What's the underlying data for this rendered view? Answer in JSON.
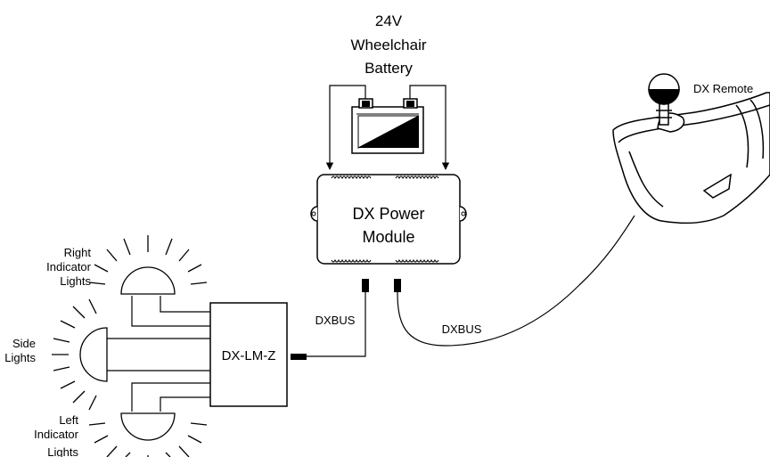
{
  "battery": {
    "line1": "24V",
    "line2": "Wheelchair",
    "line3": "Battery"
  },
  "power_module": {
    "line1": "DX Power",
    "line2": "Module"
  },
  "remote": {
    "label": "DX Remote"
  },
  "lighting_module": {
    "label": "DX-LM-Z"
  },
  "bus": {
    "left_label": "DXBUS",
    "right_label": "DXBUS"
  },
  "lights": {
    "right": {
      "line1": "Right",
      "line2": "Indicator",
      "line3": "Lights"
    },
    "side": {
      "line1": "Side",
      "line2": "Lights"
    },
    "left": {
      "line1": "Left",
      "line2": "Indicator",
      "line3": "Lights"
    }
  }
}
